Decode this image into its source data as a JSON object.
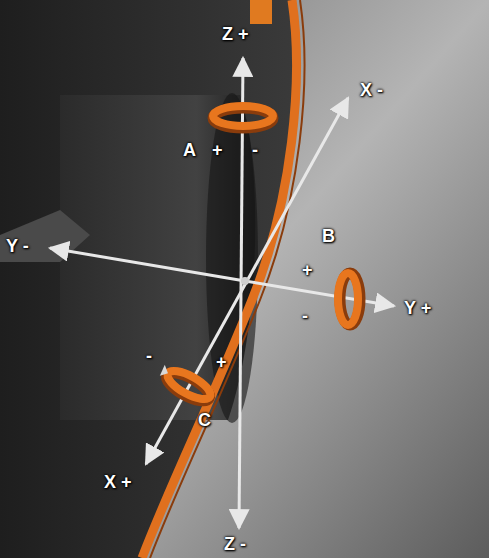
{
  "diagram": {
    "labels": [
      "Z +",
      "X -",
      "A",
      "+",
      "-",
      "B",
      "Y -",
      "+",
      "Y +",
      "-",
      "-",
      "+",
      "C",
      "X +",
      "Z -"
    ]
  }
}
